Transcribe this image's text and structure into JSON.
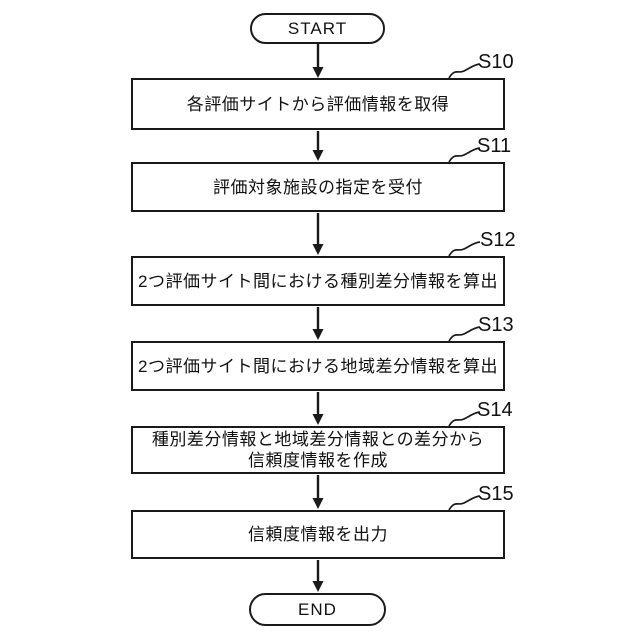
{
  "figure": {
    "type": "flowchart",
    "background_color": "#ffffff",
    "line_color": "#1a1a1a",
    "text_color": "#111111",
    "terminals": {
      "start": "START",
      "end": "END"
    },
    "steps": [
      {
        "id": "S10",
        "lines": [
          "各評価サイトから評価情報を取得"
        ]
      },
      {
        "id": "S11",
        "lines": [
          "評価対象施設の指定を受付"
        ]
      },
      {
        "id": "S12",
        "lines": [
          "2つ評価サイト間における種別差分情報を算出"
        ]
      },
      {
        "id": "S13",
        "lines": [
          "2つ評価サイト間における地域差分情報を算出"
        ]
      },
      {
        "id": "S14",
        "lines": [
          "種別差分情報と地域差分情報との差分から",
          "信頼度情報を作成"
        ]
      },
      {
        "id": "S15",
        "lines": [
          "信頼度情報を出力"
        ]
      }
    ]
  }
}
